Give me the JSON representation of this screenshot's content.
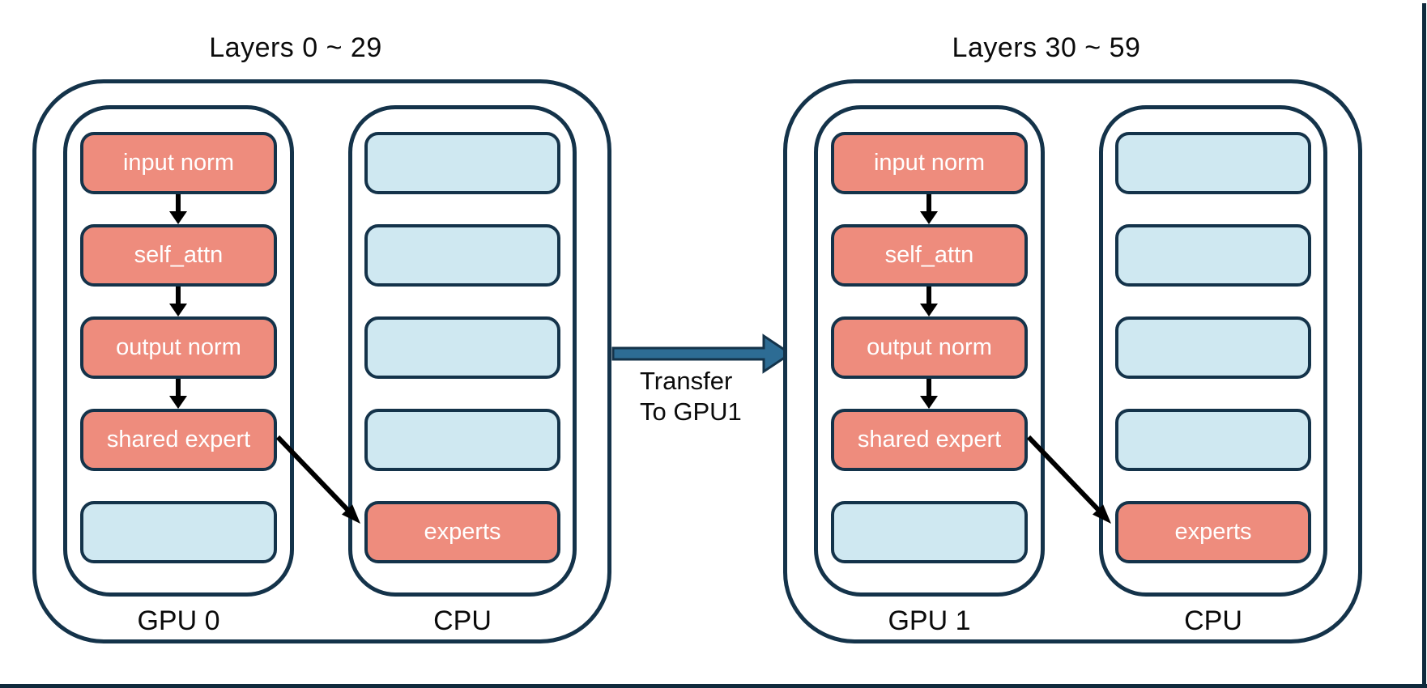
{
  "diagram": {
    "groups": [
      {
        "title": "Layers 0 ~ 29",
        "gpu": {
          "label": "GPU 0",
          "boxes": [
            "input norm",
            "self_attn",
            "output norm",
            "shared expert",
            ""
          ]
        },
        "cpu": {
          "label": "CPU",
          "boxes": [
            "",
            "",
            "",
            "",
            "experts"
          ]
        }
      },
      {
        "title": "Layers 30 ~ 59",
        "gpu": {
          "label": "GPU 1",
          "boxes": [
            "input norm",
            "self_attn",
            "output norm",
            "shared expert",
            ""
          ]
        },
        "cpu": {
          "label": "CPU",
          "boxes": [
            "",
            "",
            "",
            "",
            "experts"
          ]
        }
      }
    ],
    "transfer": {
      "line1": "Transfer",
      "line2": "To GPU1"
    },
    "colors": {
      "module_fill": "#EE8C7D",
      "empty_slot_fill": "#CFE8F1",
      "outline": "#14334A",
      "transfer_arrow_fill": "#2D6C94",
      "flow_arrow": "#000000"
    }
  }
}
